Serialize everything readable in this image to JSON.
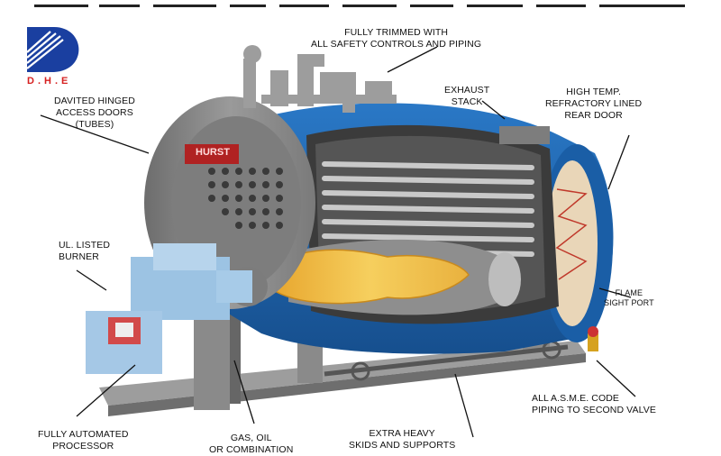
{
  "logo": {
    "text": "D.H.E"
  },
  "labels": {
    "fully_trimmed": [
      "FULLY TRIMMED WITH",
      "ALL SAFETY CONTROLS AND PIPING"
    ],
    "davited_doors": [
      "DAVITED HINGED",
      "ACCESS DOORS",
      "(TUBES)"
    ],
    "exhaust_stack": [
      "EXHAUST",
      "STACK"
    ],
    "high_temp": [
      "HIGH TEMP.",
      "REFRACTORY LINED",
      "REAR DOOR"
    ],
    "ul_burner": [
      "UL. LISTED",
      "BURNER"
    ],
    "flame_port": [
      "FLAME",
      "SIGHT PORT"
    ],
    "asme_code": [
      "ALL A.S.M.E. CODE",
      "PIPING TO SECOND VALVE"
    ],
    "processor": [
      "FULLY AUTOMATED",
      "PROCESSOR"
    ],
    "gas_oil": [
      "GAS, OIL",
      "OR COMBINATION"
    ],
    "skids": [
      "EXTRA HEAVY",
      "SKIDS AND SUPPORTS"
    ]
  },
  "nameplate": "HURST",
  "colors": {
    "shell_blue": "#1f67b3",
    "shell_blue_dark": "#124a86",
    "steel_gray": "#8c8c8c",
    "flame_yellow": "#f1bf4a",
    "logo_blue": "#1a3fa0",
    "logo_red": "#d62020"
  }
}
